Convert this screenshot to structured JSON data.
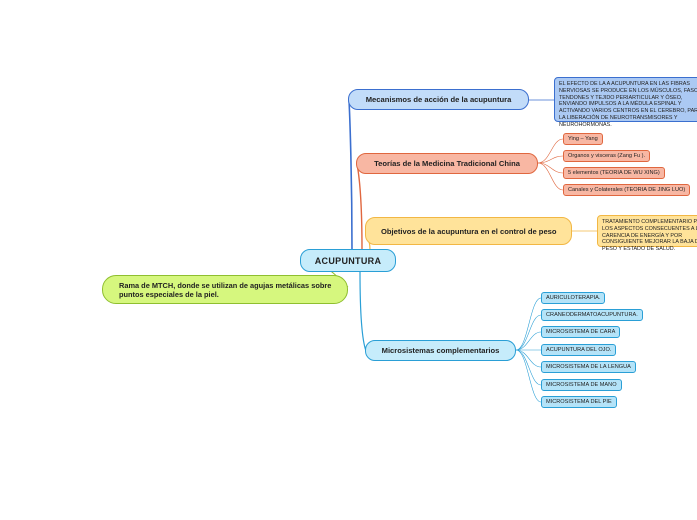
{
  "root": {
    "label": "ACUPUNTURA"
  },
  "left_note": {
    "text": "Rama de MTCH, donde se utilizan de agujas metálicas sobre puntos especiales de la piel."
  },
  "branches": {
    "mecanismos": {
      "label": "Mecanismos de acción de la acupuntura",
      "detail": "EL EFECTO DE LA A ACUPUNTURA EN LAS FIBRAS NERVIOSAS SE PRODUCE EN LOS MÚSCULOS, FASCIAS, TENDONES Y TEJIDO PERIARTICULAR Y ÓSEO, ENVIANDO IMPULSOS A LA MÉDULA ESPINAL Y ACTIVANDO VARIOS CENTROS EN EL CEREBRO, PARA LA LIBERACIÓN DE NEUROTRANSMISORES Y NEUROHORMONAS."
    },
    "teorias": {
      "label": "Teorías de la Medicina Tradicional China",
      "items": [
        "Ying – Yang",
        "Organos y visceras (Zang Fu ).",
        "5 elementos (TEORIA DE WU XING)",
        "Canales y Colaterales (TEORIA DE JING LUO)"
      ]
    },
    "objetivos": {
      "label": "Objetivos de la acupuntura en el control de peso",
      "detail": "TRATAMIENTO COMPLEMENTARIO PARA LOS ASPECTOS CONSECUENTES A LA CARENCIA DE ENERGÍA Y POR CONSIGUIENTE MEJORAR LA BAJA DE PESO Y ESTADO DE SALUD."
    },
    "microsistemas": {
      "label": "Microsistemas complementarios",
      "items": [
        "AURICULOTERAPIA.",
        "CRANEODERMATOACUPUNTURA.",
        "MICROSISTEMA DE CARA",
        "ACUPUNTURA DEL OJO.",
        "MICROSISTEMA DE LA LENGUA",
        "MICROSISTEMA DE MANO",
        "MICROSISTEMA DEL PIE"
      ]
    }
  },
  "colors": {
    "blue_dark": "#3b6fcf",
    "red": "#e0673f",
    "orange": "#f2b744",
    "cyan": "#2a9fd6",
    "green": "#8fbf2f"
  }
}
